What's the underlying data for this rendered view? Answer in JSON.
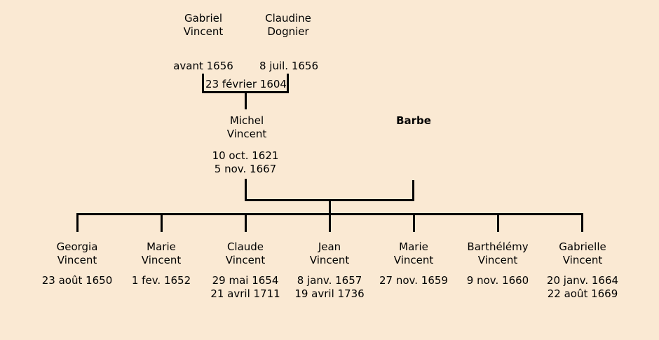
{
  "colors": {
    "background": "#FAE9D3",
    "line": "#000000",
    "text": "#000000"
  },
  "generation1": {
    "father": {
      "first_name": "Gabriel",
      "last_name": "Vincent",
      "date": "avant 1656"
    },
    "mother": {
      "first_name": "Claudine",
      "last_name": "Dognier",
      "date": "8 juil. 1656"
    },
    "marriage_date": "23 février 1604"
  },
  "generation2": {
    "father": {
      "first_name": "Michel",
      "last_name": "Vincent",
      "dates": [
        "10 oct. 1621",
        "5 nov. 1667"
      ]
    },
    "mother": {
      "first_name": "Barbe"
    }
  },
  "children": [
    {
      "first_name": "Georgia",
      "last_name": "Vincent",
      "dates": [
        "23 août 1650"
      ]
    },
    {
      "first_name": "Marie",
      "last_name": "Vincent",
      "dates": [
        "1 fev. 1652"
      ]
    },
    {
      "first_name": "Claude",
      "last_name": "Vincent",
      "dates": [
        "29 mai 1654",
        "21 avril 1711"
      ]
    },
    {
      "first_name": "Jean",
      "last_name": "Vincent",
      "dates": [
        "8 janv. 1657",
        "19 avril 1736"
      ]
    },
    {
      "first_name": "Marie",
      "last_name": "Vincent",
      "dates": [
        "27 nov. 1659"
      ]
    },
    {
      "first_name": "Barthélémy",
      "last_name": "Vincent",
      "dates": [
        "9 nov. 1660"
      ]
    },
    {
      "first_name": "Gabrielle",
      "last_name": "Vincent",
      "dates": [
        "20 janv. 1664",
        "22 août 1669"
      ]
    }
  ]
}
